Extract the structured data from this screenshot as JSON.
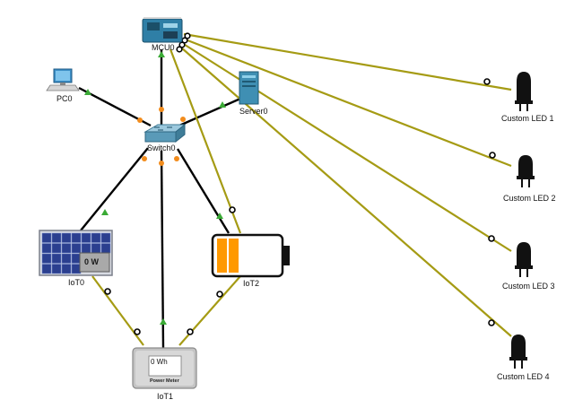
{
  "devices": {
    "mcu": {
      "label": "MCU0"
    },
    "pc": {
      "label": "PC0"
    },
    "server": {
      "label": "Server0"
    },
    "switch": {
      "label": "Switch0"
    },
    "solar": {
      "label": "IoT0",
      "reading": "0 W"
    },
    "battery": {
      "label": "IoT2"
    },
    "meter": {
      "label": "IoT1",
      "reading": "0 Wh",
      "brand": "Power Meter"
    },
    "leds": [
      {
        "label": "Custom LED 1"
      },
      {
        "label": "Custom LED 2"
      },
      {
        "label": "Custom LED 3"
      },
      {
        "label": "Custom LED 4"
      }
    ]
  },
  "colors": {
    "ethernet": "#000000",
    "iot_cable": "#a59b14",
    "link_up": "#3aaa35",
    "link_pending": "#f28c1c",
    "battery_charge": "#ff9900"
  }
}
